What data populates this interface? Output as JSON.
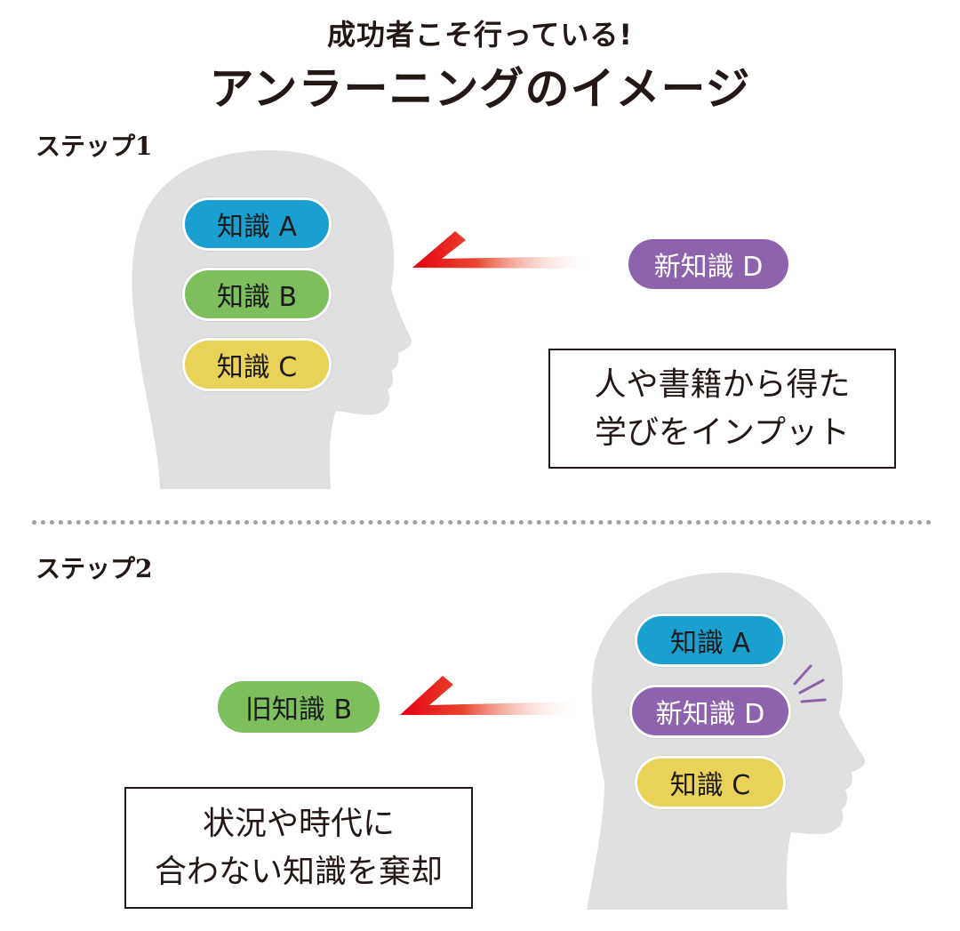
{
  "title": {
    "sub": "成功者こそ行っている!",
    "main": "アンラーニングのイメージ"
  },
  "colors": {
    "knowledge_a": "#1aa0d0",
    "knowledge_b": "#7dbf5c",
    "knowledge_c": "#ead158",
    "knowledge_d": "#8e63ad",
    "head": "#e0e0e0",
    "arrow": "#e60012"
  },
  "step1": {
    "label": "ステップ1",
    "knowledge": [
      "知識 A",
      "知識 B",
      "知識 C"
    ],
    "incoming": "新知識 D",
    "note_lines": [
      "人や書籍から得た",
      "学びをインプット"
    ]
  },
  "step2": {
    "label": "ステップ2",
    "knowledge": [
      "知識 A",
      "新知識 D",
      "知識 C"
    ],
    "outgoing": "旧知識 B",
    "note_lines": [
      "状況や時代に",
      "合わない知識を棄却"
    ]
  }
}
